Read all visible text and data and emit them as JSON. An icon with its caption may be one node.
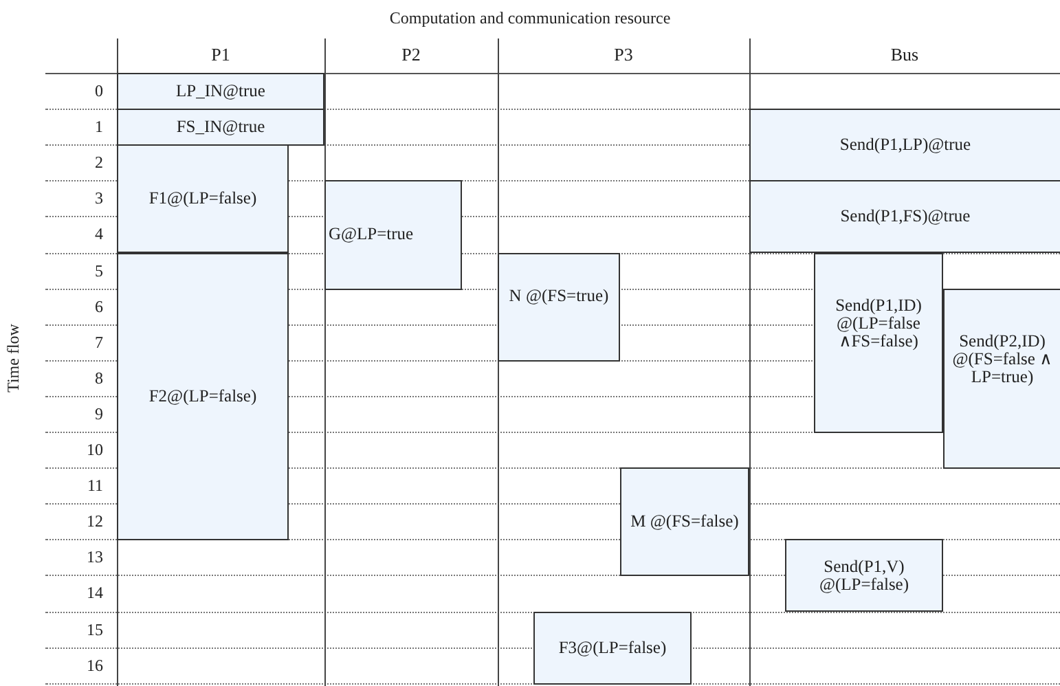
{
  "diagram": {
    "title": "Computation and communication resource",
    "nodes": [
      {
        "text": [
          "LP_IN@true"
        ]
      },
      {
        "text": [
          "FS_IN@true"
        ]
      },
      {
        "text": [
          "Send(P1,LP)@true"
        ]
      },
      {
        "text": [
          "F1@(LP=false)"
        ]
      },
      {
        "text": [
          "G@LP=true"
        ]
      },
      {
        "text": [
          "Send(P1,FS)@true"
        ]
      },
      {
        "text": [
          "F2@(LP=false)"
        ]
      },
      {
        "text": [
          "N @(FS=true)"
        ]
      },
      {
        "text": [
          "Send(P1,ID) @(LP=false ∧FS=false)"
        ]
      },
      {
        "text": [
          "Send(P2,ID) @(FS=false ∧ LP=true)"
        ]
      },
      {
        "text": [
          "M @(FS=false)"
        ]
      },
      {
        "text": [
          "Send(P1,V) @(LP=false)"
        ]
      },
      {
        "text": [
          "F3@(LP=false)"
        ]
      }
    ],
    "labels": [
      "P1",
      "P2",
      "P3",
      "Bus",
      "Time flow",
      "0",
      "1",
      "2",
      "3",
      "4",
      "5",
      "6",
      "7",
      "8",
      "9",
      "10",
      "11",
      "12",
      "13",
      "14",
      "15",
      "16"
    ]
  }
}
